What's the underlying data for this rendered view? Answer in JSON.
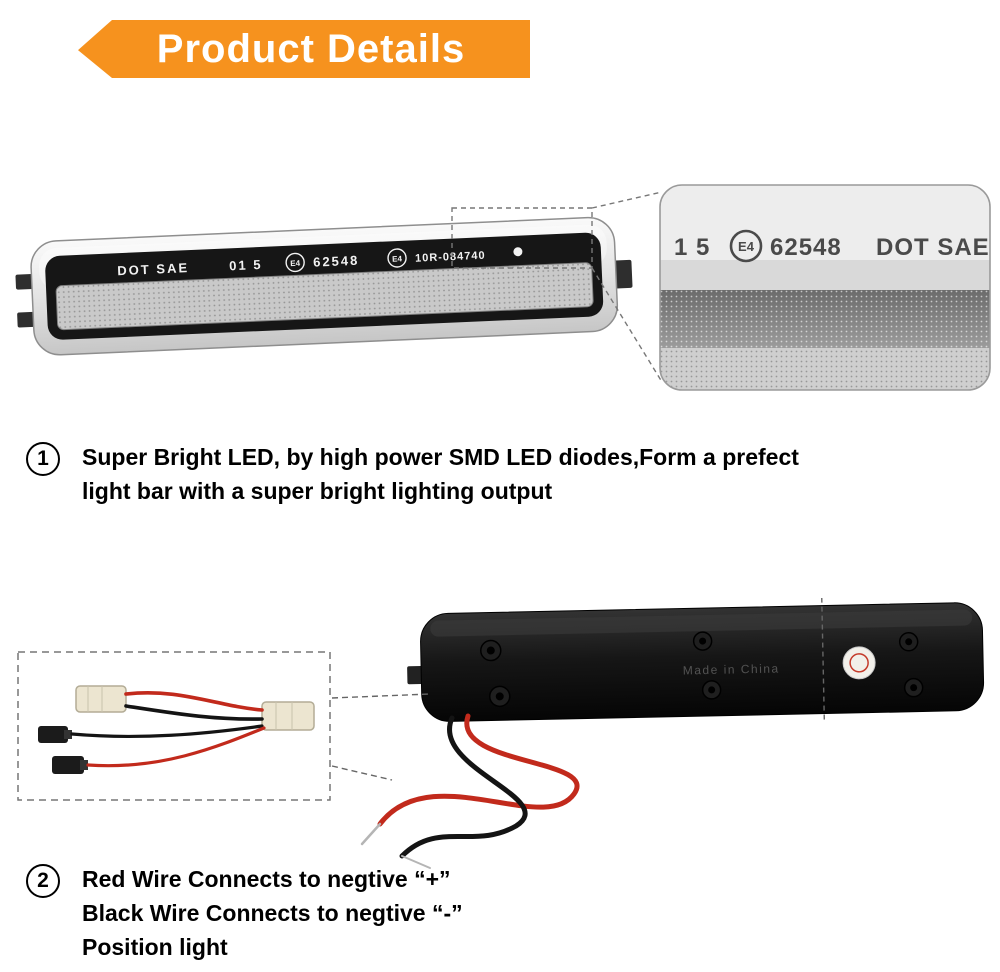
{
  "banner": {
    "title": "Product Details",
    "bg_color": "#F6921E",
    "text_color": "#FFFFFF"
  },
  "front_light": {
    "markings": {
      "dot_sae": "DOT SAE",
      "batch": "01 5",
      "e_mark": "E4",
      "approval": "62548",
      "reg_number": "10R-084740"
    }
  },
  "zoom_detail": {
    "batch": "1 5",
    "e_mark": "E4",
    "approval": "62548",
    "dot_sae": "DOT SAE"
  },
  "back_light": {
    "made_in": "Made in China"
  },
  "features": [
    {
      "number": "1",
      "lines": [
        "Super Bright LED,  by high power SMD LED diodes,Form a prefect",
        "light bar with a super bright lighting output"
      ]
    },
    {
      "number": "2",
      "lines": [
        "Red Wire Connects to negtive “+”",
        "Black Wire Connects to negtive “-”",
        "Position light"
      ]
    }
  ],
  "colors": {
    "wire_red": "#C22A1C",
    "wire_black": "#141414",
    "lens_chrome": "#D9D9D9",
    "housing_black": "#111111"
  }
}
